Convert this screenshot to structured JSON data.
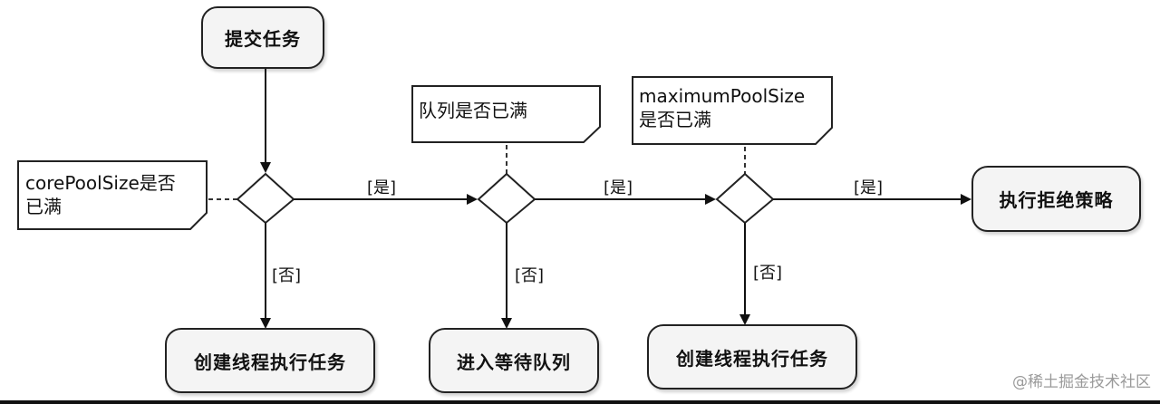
{
  "nodes": {
    "submit": "提交任务",
    "reject": "执行拒绝策略",
    "create_thread_1": "创建线程执行任务",
    "enqueue": "进入等待队列",
    "create_thread_2": "创建线程执行任务"
  },
  "notes": {
    "core_pool_line1": "corePoolSize是否",
    "core_pool_line2": "已满",
    "queue_full": "队列是否已满",
    "max_pool_line1": "maximumPoolSize",
    "max_pool_line2": "是否已满"
  },
  "edge_labels": {
    "yes_1": "[是]",
    "yes_2": "[是]",
    "yes_3": "[是]",
    "no_1": "[否]",
    "no_2": "[否]",
    "no_3": "[否]"
  },
  "watermark": "@稀土掘金技术社区",
  "colors": {
    "stroke": "#222222",
    "box_fill": "#f4f4f4",
    "note_fill": "#ffffff",
    "watermark": "#9a9a9a"
  }
}
